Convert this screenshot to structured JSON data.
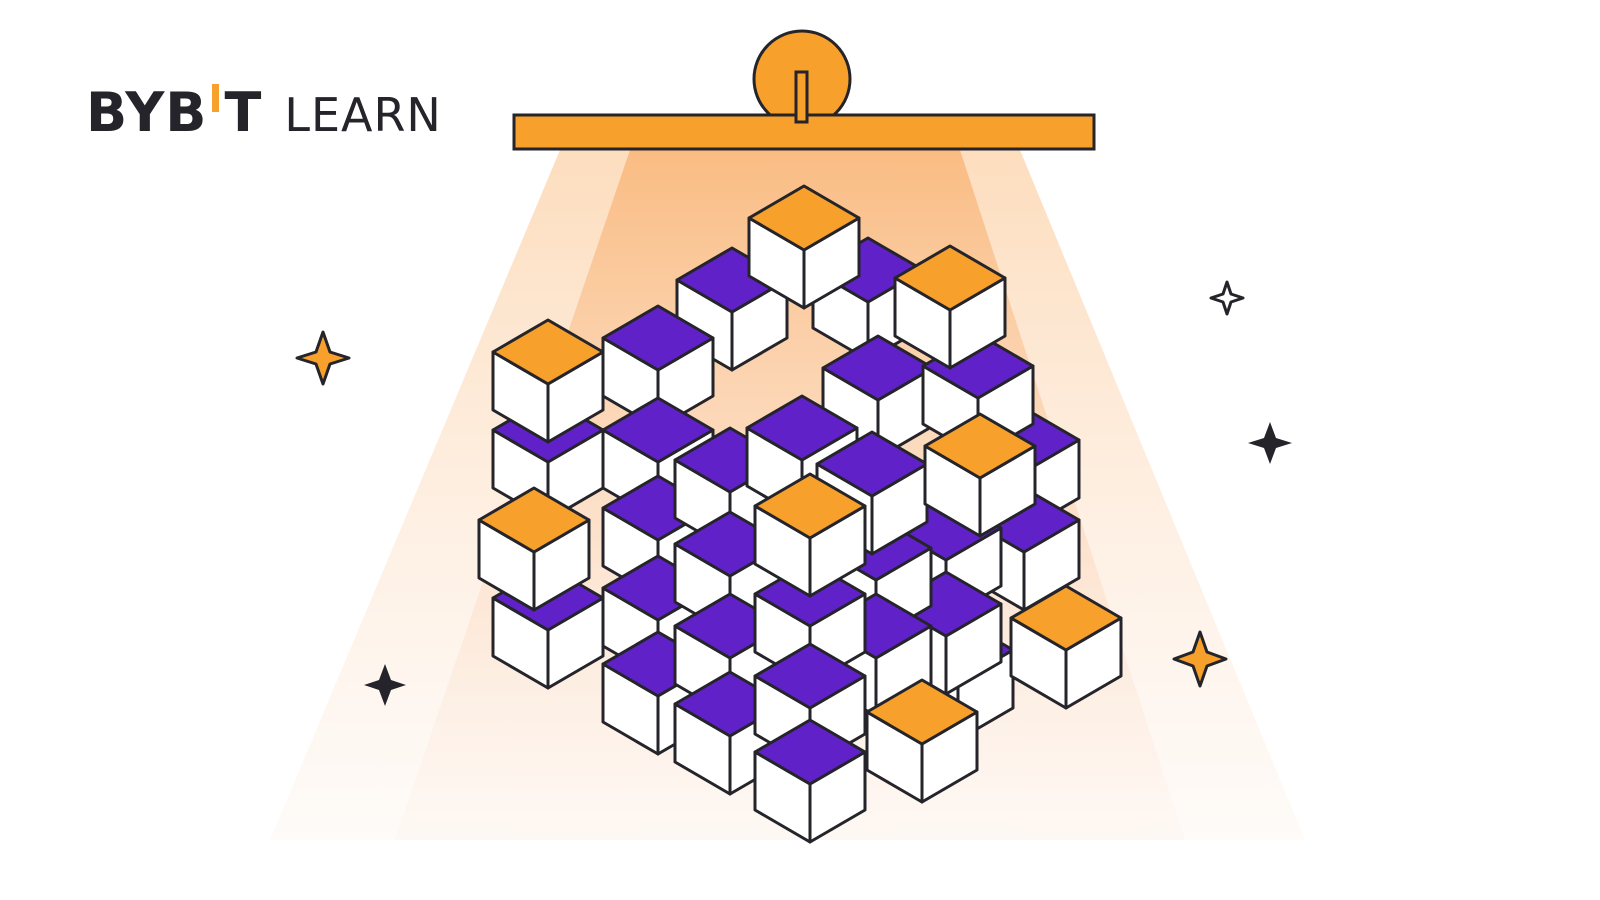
{
  "logo": {
    "brand_left": "BYB",
    "brand_right": "T",
    "sub": "LEARN",
    "accent_color": "#f7a02b",
    "text_color": "#24242a"
  },
  "illustration": {
    "subject": "blockchain-cube-under-lamp",
    "colors": {
      "orange": "#f7a02b",
      "purple": "#6022c8",
      "white": "#ffffff",
      "outline": "#24242a",
      "beam": "#fbb97a"
    },
    "sparkle_icons": [
      "sparkle-orange",
      "sparkle-outline",
      "sparkle-dark",
      "sparkle-dark",
      "sparkle-orange"
    ]
  }
}
